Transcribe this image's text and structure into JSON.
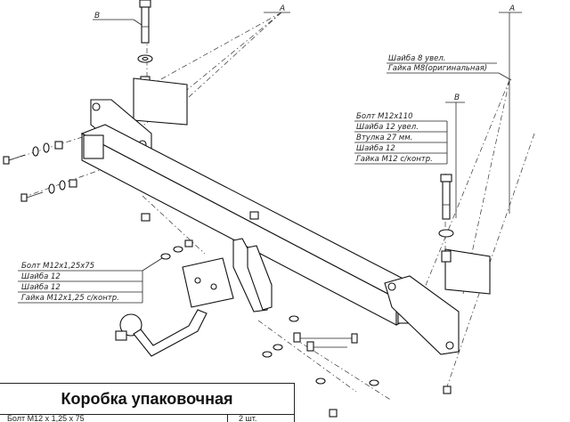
{
  "refs": {
    "a1": "A",
    "a2": "A",
    "b1": "B",
    "b2": "B"
  },
  "callout_top_right": [
    "Шайба 8 увел.",
    "Гайка М8(оригинальная)"
  ],
  "callout_mid_right": [
    "Болт М12х110",
    "Шайба 12 увел.",
    "Втулка 27 мм.",
    "Шайба 12",
    "Гайка М12 с/контр."
  ],
  "callout_left": [
    "Болт М12х1,25х75",
    "Шайба 12",
    "Шайба 12",
    "Гайка М12х1,25 с/контр."
  ],
  "box": {
    "title": "Коробка упаковочная",
    "row_item": "Болт М12 х 1,25 х 75",
    "row_qty": "2 шт."
  }
}
